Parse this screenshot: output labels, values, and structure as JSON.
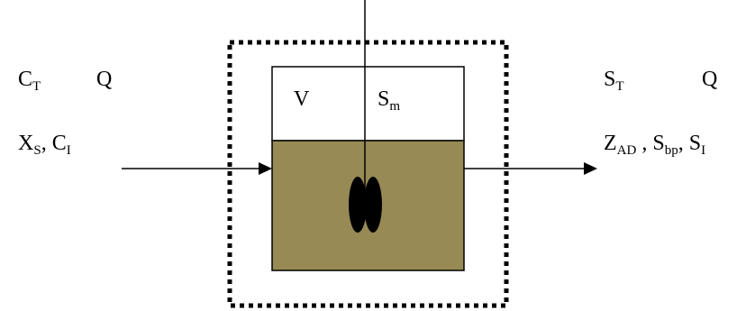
{
  "colors": {
    "liquid": "#978a55",
    "stroke": "#000000",
    "background": "#ffffff"
  },
  "inlet": {
    "concentration": {
      "base": "C",
      "sub": "T"
    },
    "flow": "Q",
    "particulate": {
      "base": "X",
      "sub": "S"
    },
    "separator": ", ",
    "inert": {
      "base": "C",
      "sub": "I"
    }
  },
  "reactor": {
    "volume": "V",
    "substrate": {
      "base": "S",
      "sub": "m"
    }
  },
  "outlet": {
    "concentration": {
      "base": "S",
      "sub": "T"
    },
    "flow": "Q",
    "adsorbed": {
      "base": "Z",
      "sub": "AD"
    },
    "sep1": " , ",
    "byproduct": {
      "base": "S",
      "sub": "bp"
    },
    "sep2": ", ",
    "inert": {
      "base": "S",
      "sub": "I"
    }
  }
}
